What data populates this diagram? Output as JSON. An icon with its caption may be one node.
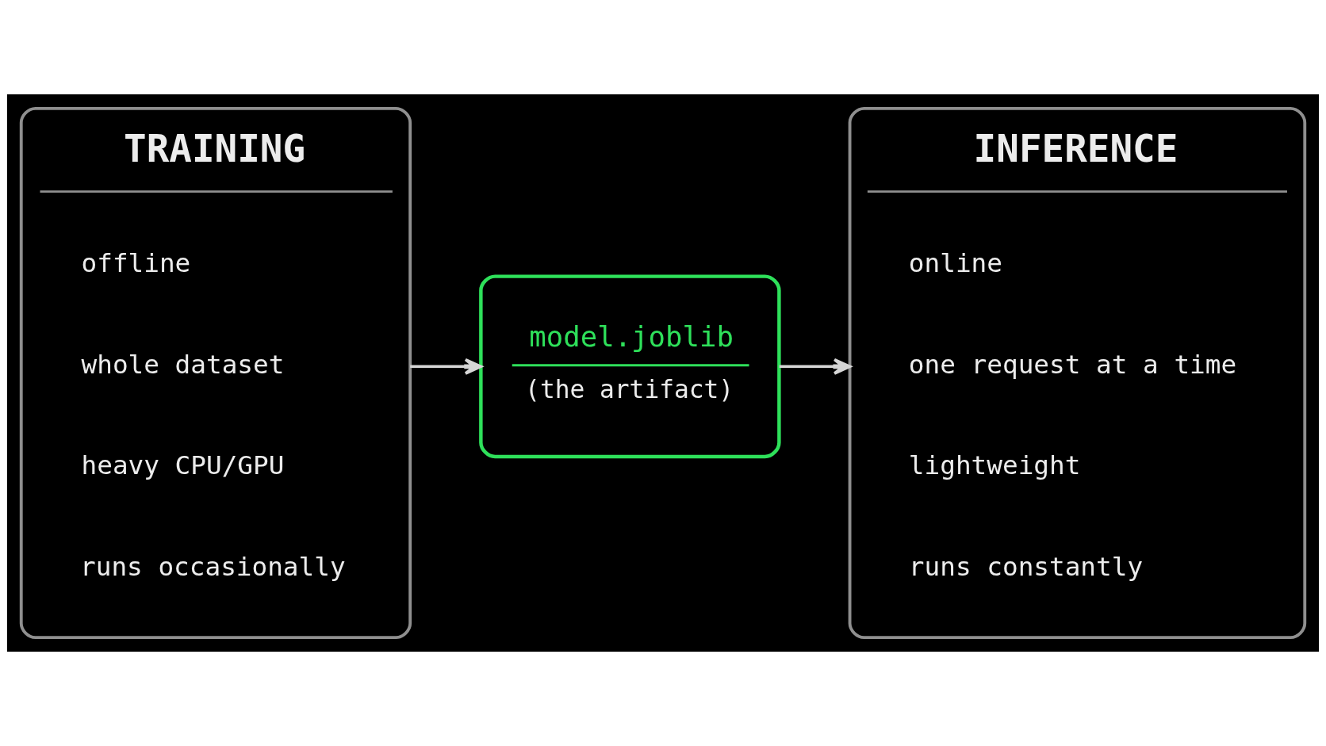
{
  "diagram": {
    "nodes": [
      {
        "text": [
          "TRAINING"
        ]
      },
      {
        "text": [
          "offline"
        ],
        "in": 0
      },
      {
        "text": [
          "whole dataset"
        ],
        "in": 0
      },
      {
        "text": [
          "heavy CPU/GPU"
        ],
        "in": 0
      },
      {
        "text": [
          "runs occasionally"
        ],
        "in": 0
      },
      {
        "text": [
          "model.joblib",
          "(the artifact)"
        ]
      },
      {
        "text": [
          "INFERENCE"
        ]
      },
      {
        "text": [
          "online"
        ],
        "in": 6
      },
      {
        "text": [
          "one request at a time"
        ],
        "in": 6
      },
      {
        "text": [
          "lightweight"
        ],
        "in": 6
      },
      {
        "text": [
          "runs constantly"
        ],
        "in": 6
      }
    ],
    "edges": [
      {
        "from": 0,
        "to": 5,
        "arrow": "to"
      },
      {
        "from": 5,
        "to": 6,
        "arrow": "to"
      }
    ]
  }
}
